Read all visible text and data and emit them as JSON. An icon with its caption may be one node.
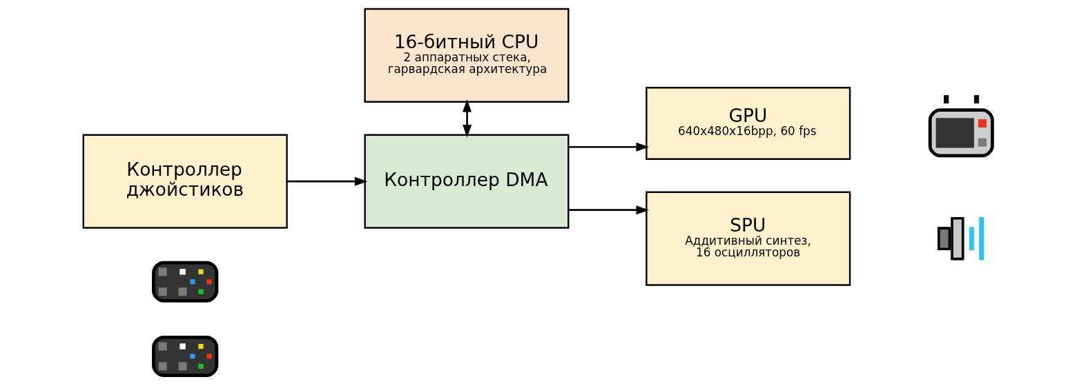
{
  "diagram": {
    "nodes": [
      {
        "text": [
          "Контроллер джойстиков"
        ]
      },
      {
        "text": [
          "16-битный CPU",
          "2 аппаратных стека, гарвардская архитектура"
        ]
      },
      {
        "text": [
          "Контроллер DMA"
        ]
      },
      {
        "text": [
          "GPU",
          "640x480x16bpp, 60 fps"
        ]
      },
      {
        "text": [
          "SPU",
          "Аддитивный синтез, 16 осцилляторов"
        ]
      },
      {
        "text": [],
        "shape": "picture"
      },
      {
        "text": [],
        "shape": "picture"
      },
      {
        "text": [],
        "shape": "picture"
      },
      {
        "text": [],
        "shape": "picture"
      }
    ],
    "edges": [
      {
        "from": 0,
        "to": 2,
        "arrow": "to"
      },
      {
        "from": 1,
        "to": 2,
        "arrow": "both"
      },
      {
        "from": 2,
        "to": 3,
        "arrow": "to"
      },
      {
        "from": 2,
        "to": 4,
        "arrow": "to"
      }
    ]
  }
}
